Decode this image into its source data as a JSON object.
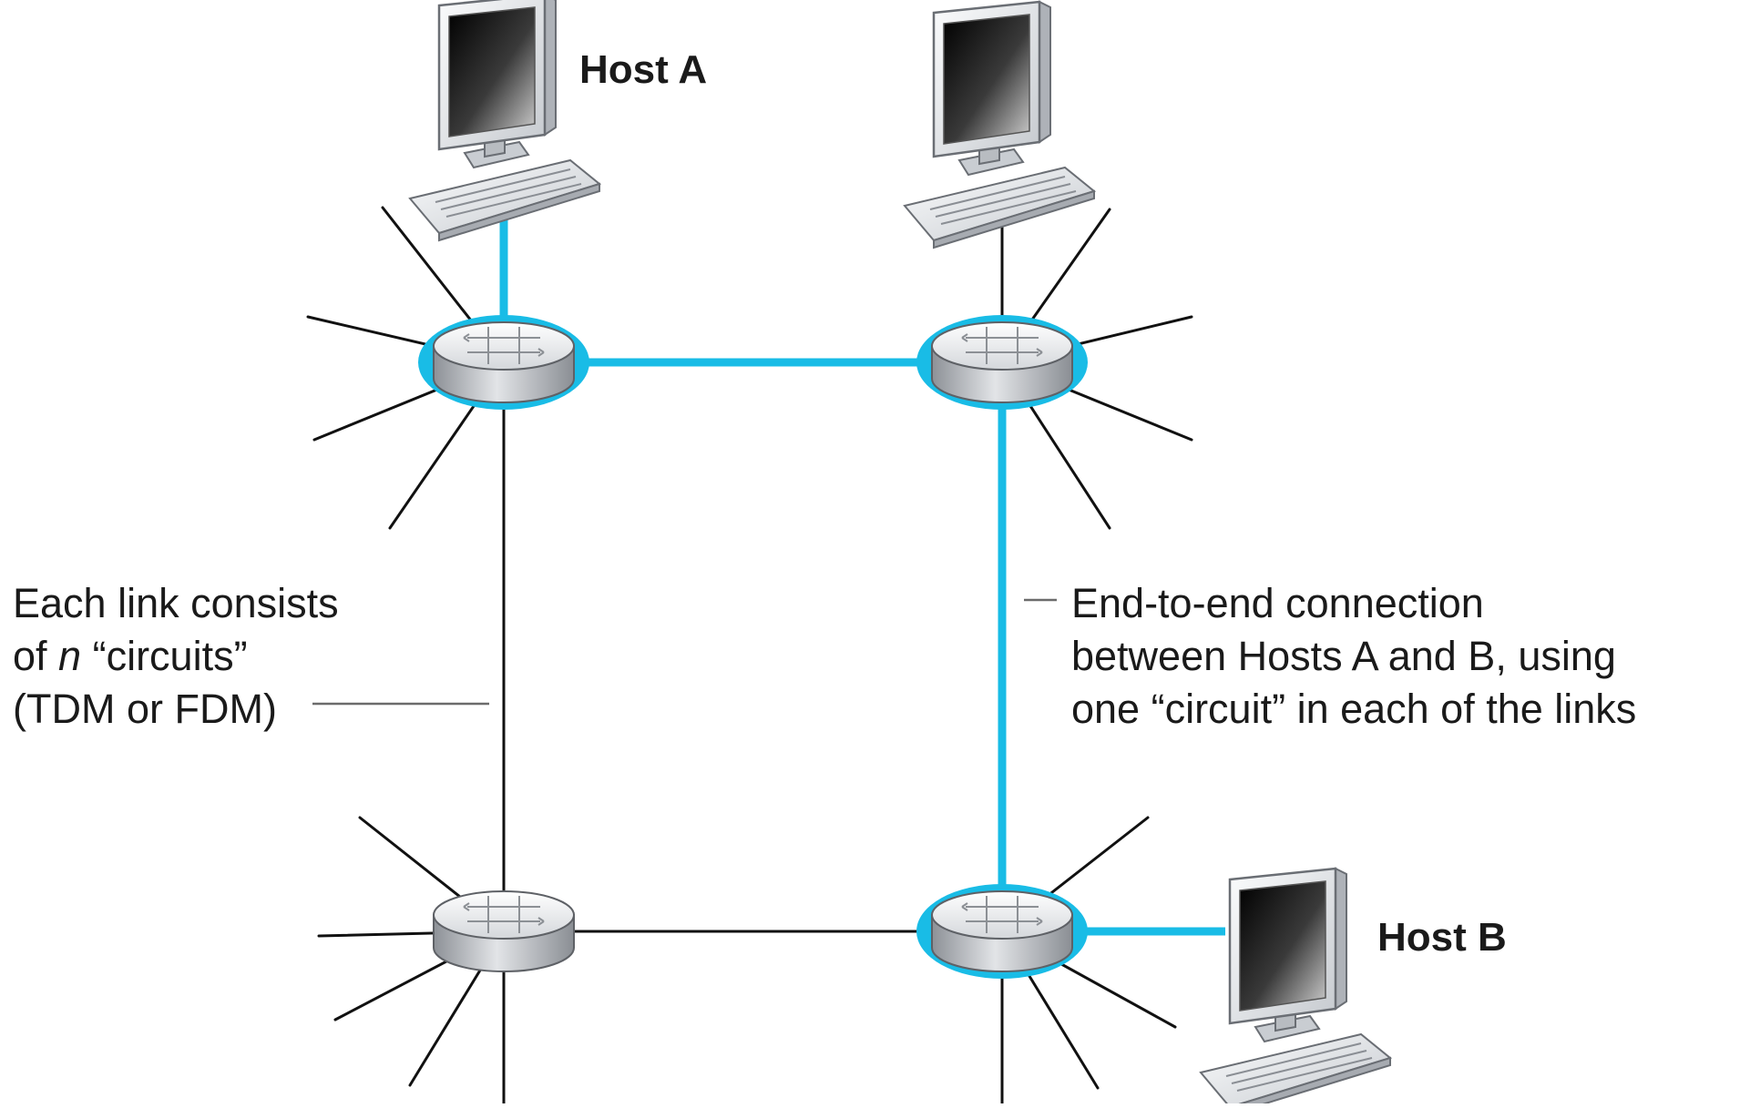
{
  "hosts": {
    "a_label": "Host A",
    "b_label": "Host B"
  },
  "link_note": {
    "line1": "Each link consists",
    "line2_prefix": "of ",
    "line2_var": "n",
    "line2_suffix": " “circuits”",
    "line3": "(TDM or FDM)"
  },
  "connection_note": {
    "line1": "End-to-end connection",
    "line2": "between Hosts A and B, using",
    "line3": "one “circuit” in each of the links"
  },
  "colors": {
    "highlight": "#19bce6",
    "link": "#111111",
    "switch_top": "#f2f2f2",
    "switch_side": "#a9adb3",
    "monitor_body": "#eceef1",
    "screen_dark": "#1a1a1a"
  }
}
